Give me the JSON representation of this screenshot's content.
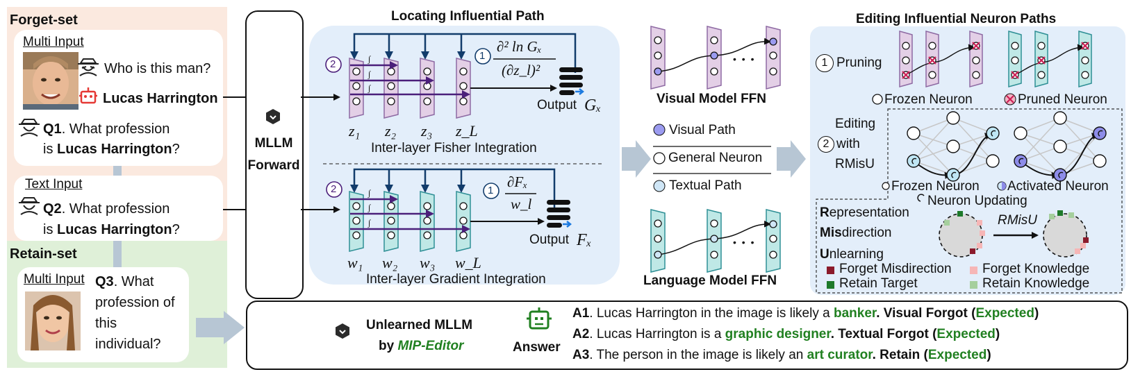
{
  "left": {
    "forget_set_label": "Forget-set",
    "retain_set_label": "Retain-set",
    "multi_input_label": "Multi Input",
    "question_who": "Who is this man?",
    "answer_name": "Lucas Harrington",
    "q1_label": "Q1",
    "q1_line1": ". What profession",
    "q1_is": "is ",
    "q1_name": "Lucas Harrington",
    "q1_end": "?",
    "text_input_label": "Text Input",
    "q2_label": "Q2",
    "q2_line1": ". What profession",
    "q2_is": "is ",
    "q2_name": "Lucas Harrington",
    "q2_end": "?",
    "retain_multi_input_label": "Multi Input",
    "q3_label": "Q3",
    "q3_line1": ". What",
    "q3_line2": "profession of",
    "q3_line3": "this",
    "q3_line4": "individual?"
  },
  "mllm": {
    "line1": "MLLM",
    "line2": "Forward"
  },
  "locating": {
    "title": "Locating Influential Path",
    "step_num": "2",
    "step1_num": "1",
    "fisher_formula_num": "∂² ln Gₓ",
    "fisher_formula_den": "(∂z_l)²",
    "output_g_label": "Output",
    "output_g_sym": "Gₓ",
    "z_labels": [
      "z₁",
      "z₂",
      "z₃",
      "z_L"
    ],
    "fisher_caption": "Inter-layer Fisher Integration",
    "grad_formula_num": "∂Fₓ",
    "grad_formula_den": "w_l",
    "output_f_label": "Output",
    "output_f_sym": "Fₓ",
    "w_labels": [
      "w₁",
      "w₂",
      "w₃",
      "w_L"
    ],
    "grad_caption": "Inter-layer Gradient Integration",
    "integral_symbol": "∫"
  },
  "middle": {
    "visual_ffn_label": "Visual Model FFN",
    "language_ffn_label": "Language Model FFN",
    "legend_visual": "Visual Path",
    "legend_general": "General Neuron",
    "legend_textual": "Textual Path",
    "ellipsis": "• • •"
  },
  "editing": {
    "title": "Editing Influential Neuron Paths",
    "pruning_num": "1",
    "pruning_label": "Pruning",
    "frozen_neuron": "Frozen Neuron",
    "pruned_neuron": "Pruned Neuron",
    "editing_num": "2",
    "editing_line1": "Editing",
    "editing_line2": "with",
    "editing_line3": "RMisU",
    "frozen_neuron2": "Frozen Neuron",
    "activated_neuron": "Activated Neuron",
    "neuron_updating": "Neuron Updating",
    "rmisu_r": "R",
    "rmisu_r_rest": "epresentation",
    "rmisu_m": "Mis",
    "rmisu_m_rest": "direction",
    "rmisu_u": "U",
    "rmisu_u_rest": "nlearning",
    "rmisu_arrow_label": "RMisU",
    "legend_forget_misdirection": "Forget Misdirection",
    "legend_forget_knowledge": "Forget Knowledge",
    "legend_retain_target": "Retain Target",
    "legend_retain_knowledge": "Retain Knowledge"
  },
  "bottom": {
    "unlearned_line1": "Unlearned MLLM",
    "by": "by ",
    "editor_name": "MIP-Editor",
    "answer_label": "Answer",
    "a1_label": "A1",
    "a1_text": ". Lucas Harrington in the image is likely a ",
    "a1_term": "banker",
    "a1_verdict": ". Visual Forgot (",
    "a2_label": "A2",
    "a2_text": ". Lucas Harrington is a ",
    "a2_term": "graphic designer",
    "a2_verdict": ". Textual Forgot (",
    "a3_label": "A3",
    "a3_text": ". The person in the image is likely an ",
    "a3_term": "art curator",
    "a3_verdict": ". Retain (",
    "expected": "Expected",
    "close_paren": ")"
  },
  "colors": {
    "forget_bg": "#fbe9df",
    "retain_bg": "#dff0d8",
    "panel_blue": "#e3eefa",
    "visual_layer": "#e3cfe6",
    "visual_stroke": "#8e6aa3",
    "text_layer": "#bfe8e6",
    "text_stroke": "#2e8f95",
    "arrow_navy": "#123c6b",
    "path_purple": "#4b1f7a",
    "accent_green": "#218021",
    "pruned_red": "#cc1f55",
    "visual_node": "#9b9bf0",
    "textual_node": "#cfe6f6"
  }
}
